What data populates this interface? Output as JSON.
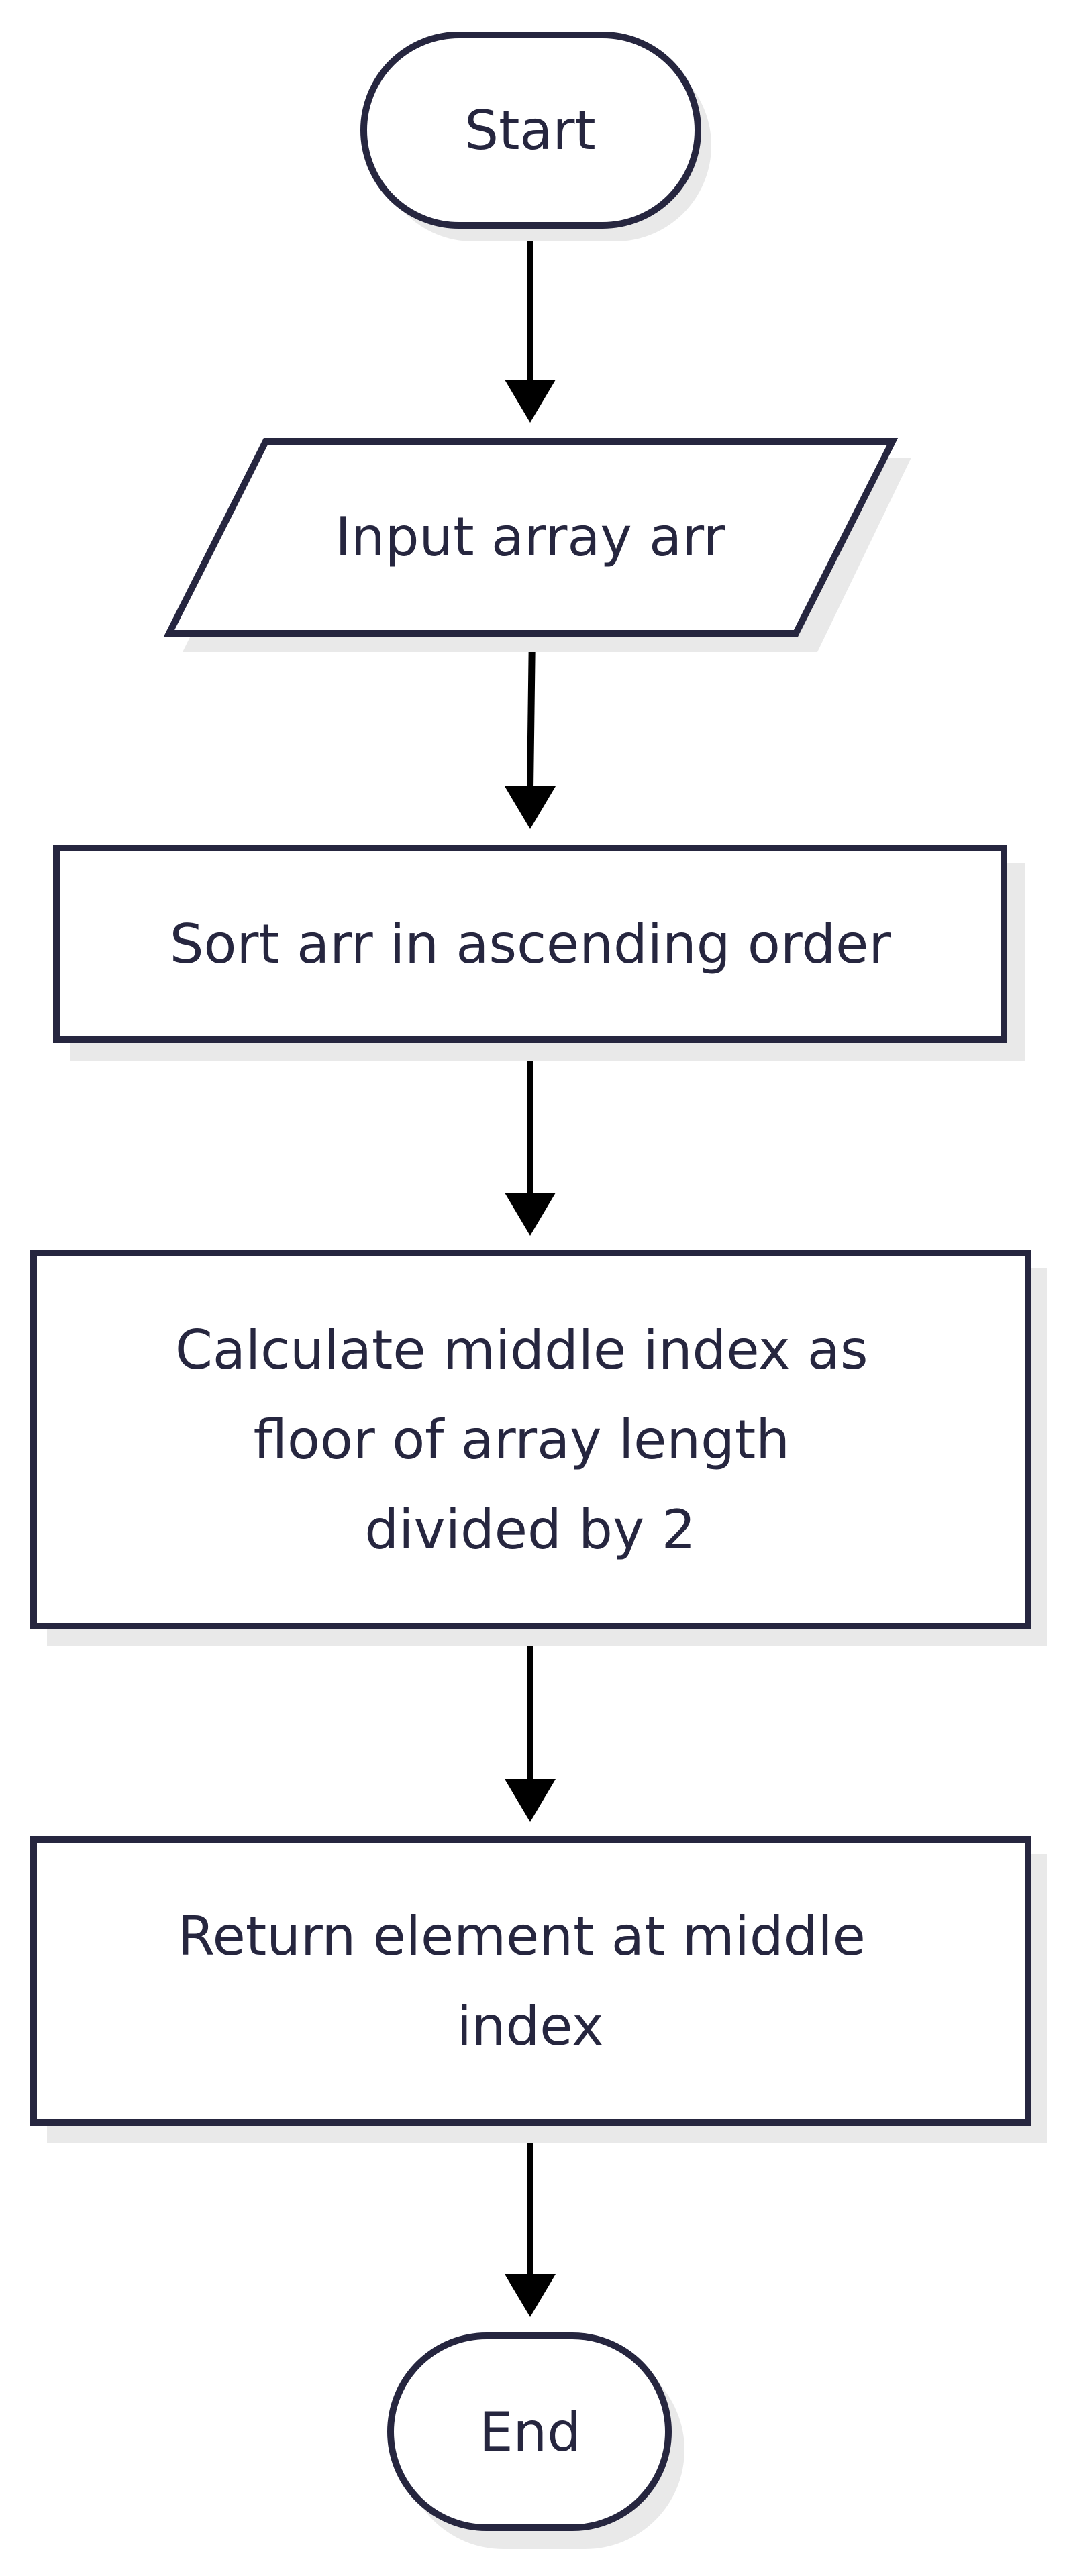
{
  "diagram": {
    "nodes": [
      {
        "id": "start",
        "kind": "terminal",
        "lines": [
          "Start"
        ]
      },
      {
        "id": "input",
        "kind": "io",
        "lines": [
          "Input array arr"
        ]
      },
      {
        "id": "sort",
        "kind": "process",
        "lines": [
          "Sort arr in ascending order"
        ]
      },
      {
        "id": "calc",
        "kind": "process",
        "lines": [
          "Calculate middle index as",
          "floor of array length",
          "divided by 2"
        ]
      },
      {
        "id": "ret",
        "kind": "process",
        "lines": [
          "Return element at middle",
          "index"
        ]
      },
      {
        "id": "end",
        "kind": "terminal",
        "lines": [
          "End"
        ]
      }
    ],
    "edges": [
      {
        "from": "start",
        "to": "input"
      },
      {
        "from": "input",
        "to": "sort"
      },
      {
        "from": "sort",
        "to": "calc"
      },
      {
        "from": "calc",
        "to": "ret"
      },
      {
        "from": "ret",
        "to": "end"
      }
    ]
  }
}
